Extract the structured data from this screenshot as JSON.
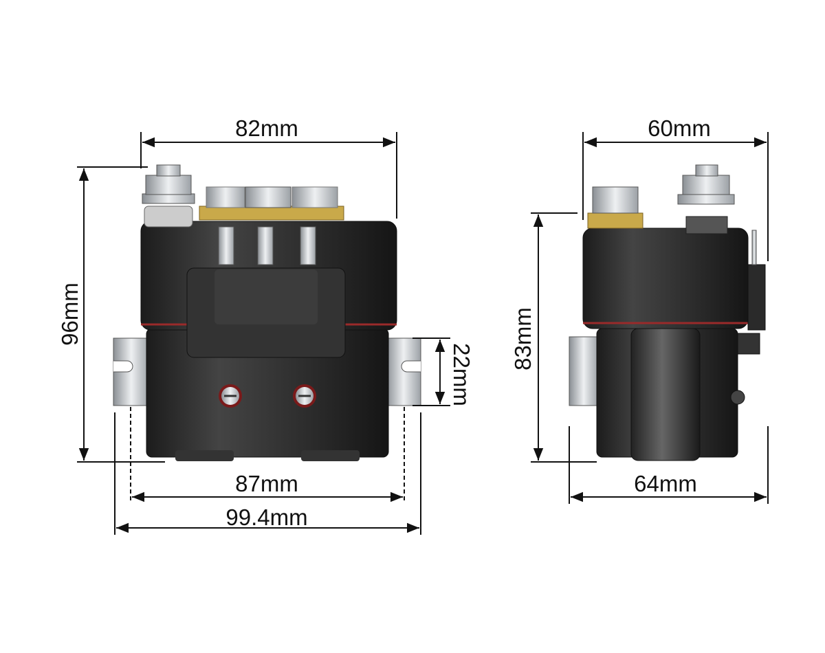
{
  "front_view": {
    "width_top": "82mm",
    "height": "96mm",
    "bracket_height": "22mm",
    "mount_spacing": "87mm",
    "overall_width": "99.4mm"
  },
  "side_view": {
    "width_top": "60mm",
    "height": "83mm",
    "overall_width": "64mm"
  },
  "colors": {
    "body": "#2a2a2a",
    "seam": "#9a2a2a",
    "bracket": "#c8cdd2",
    "terminal": "#bfc3c7",
    "brass": "#c9a94a"
  }
}
